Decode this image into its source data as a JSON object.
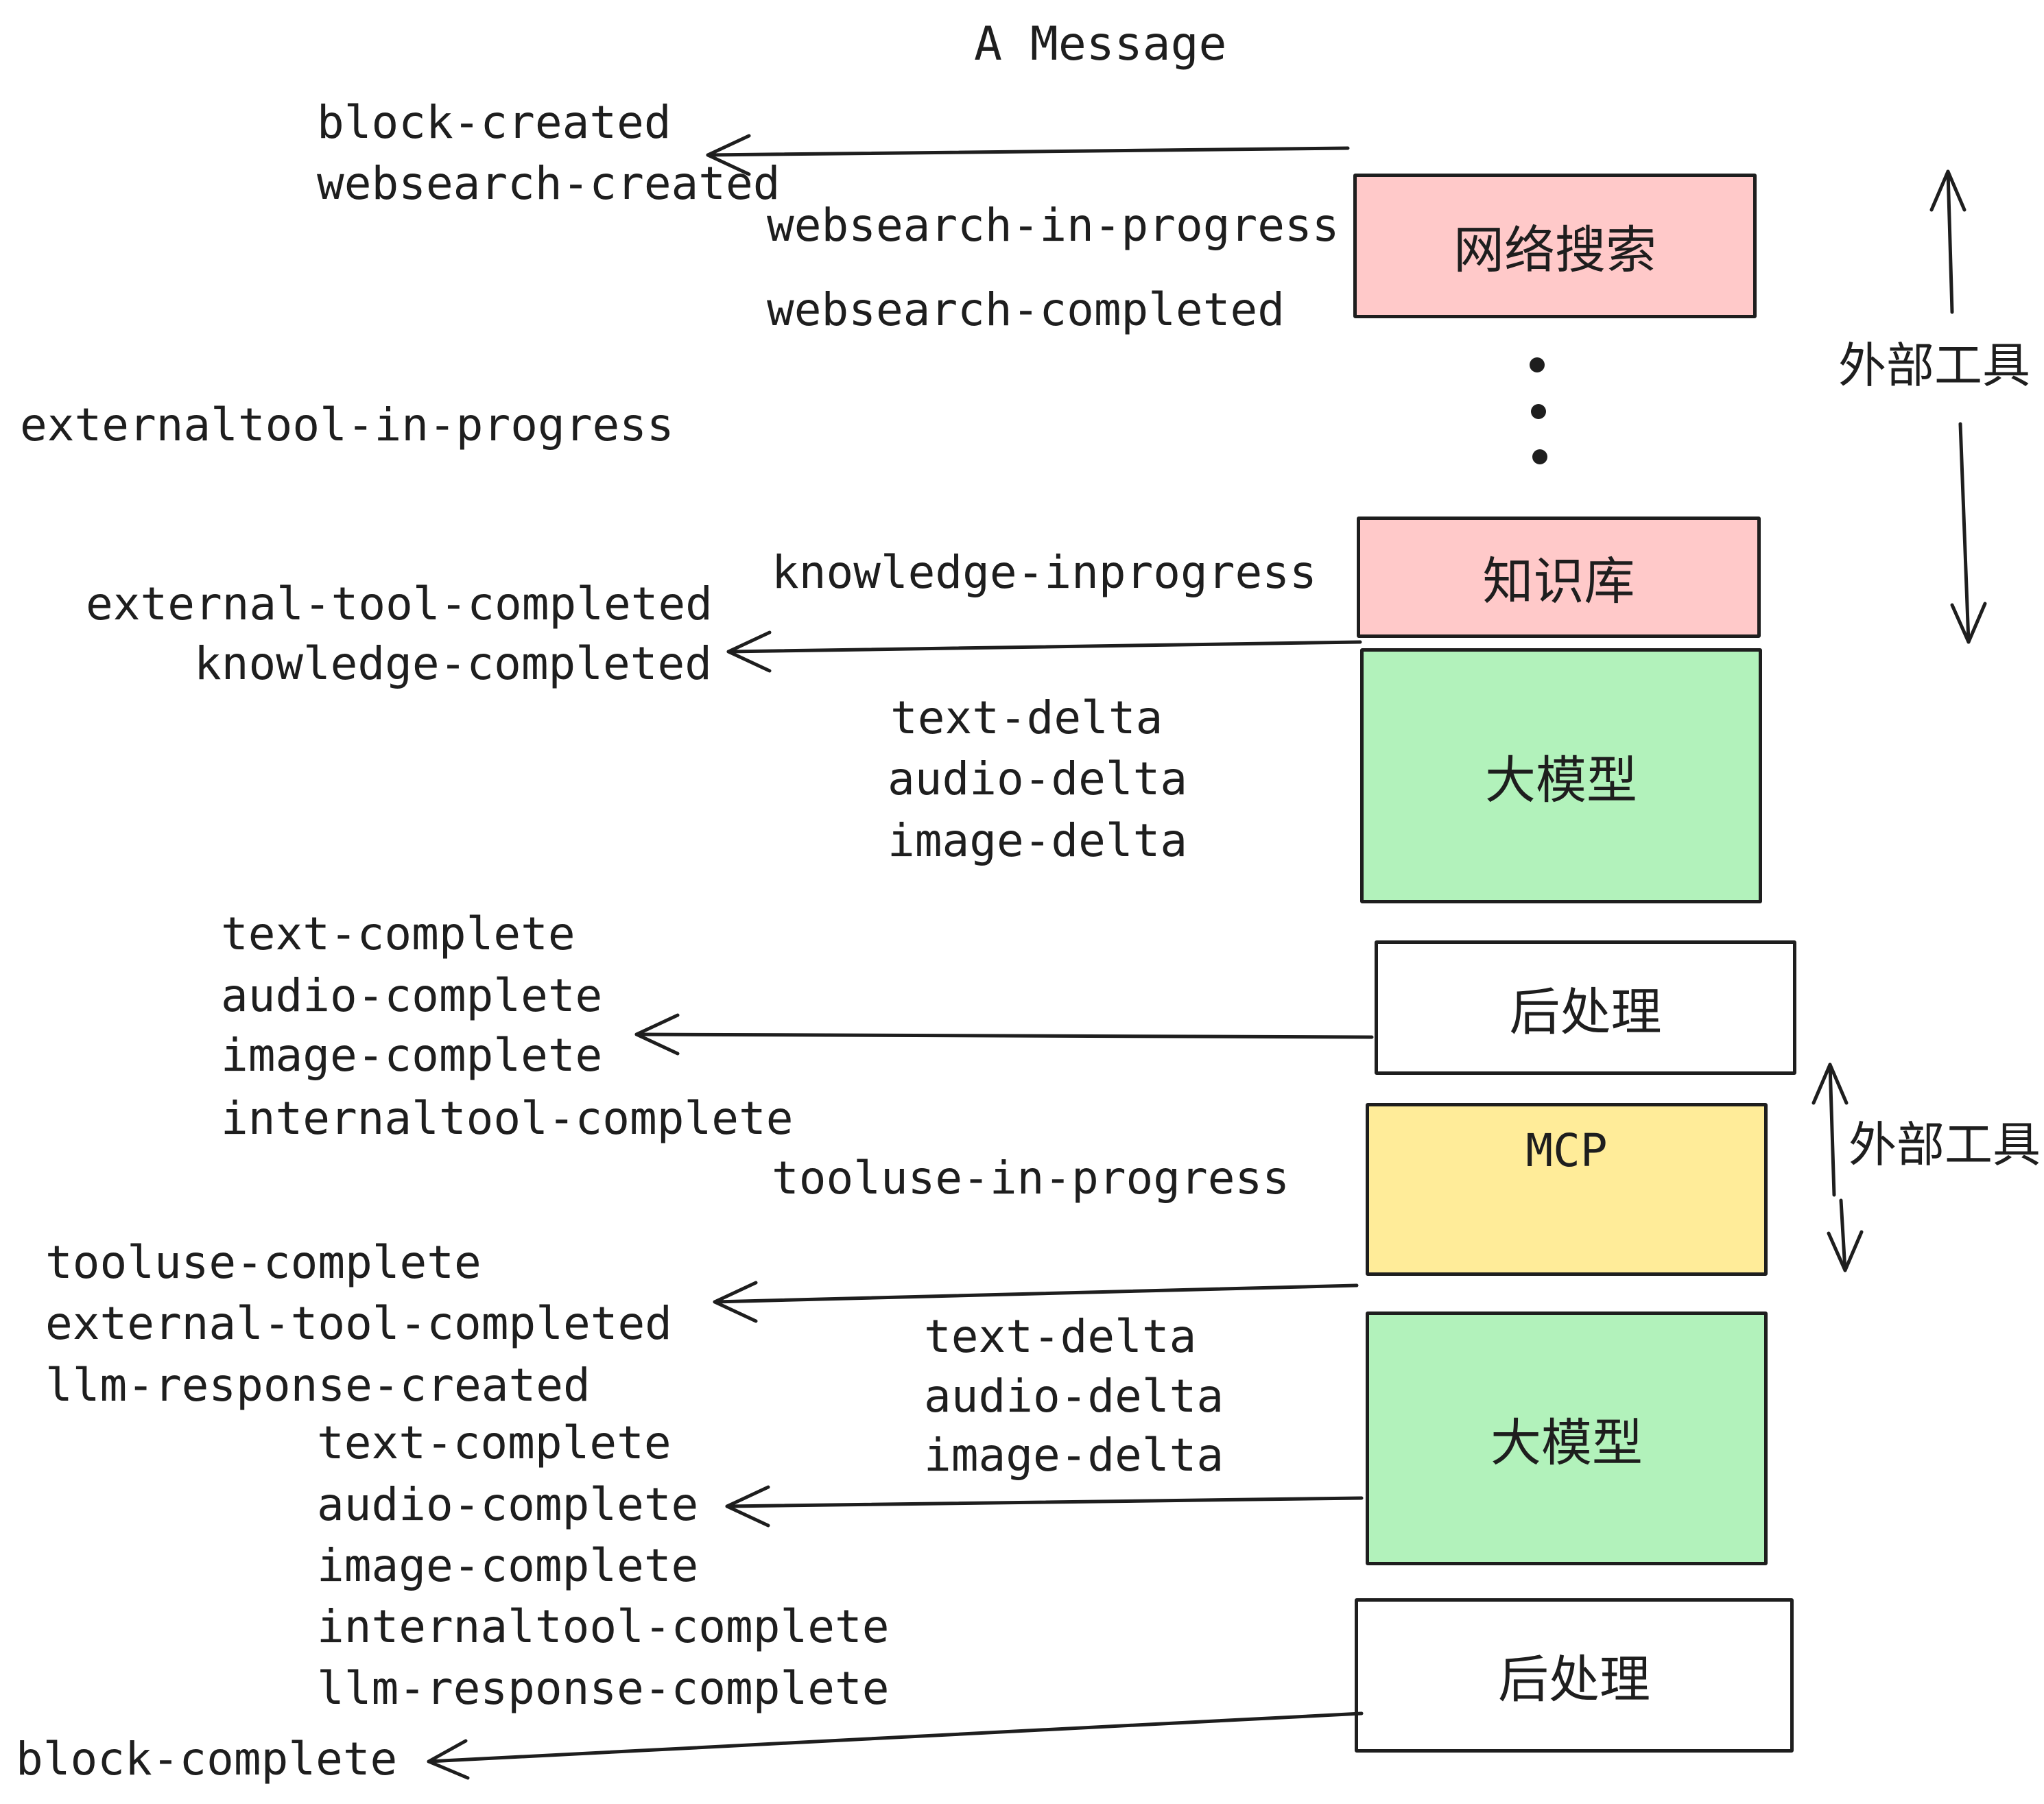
{
  "title": "A Message",
  "events": {
    "block_created": "block-created",
    "websearch_created": "websearch-created",
    "websearch_in_progress": "websearch-in-progress",
    "websearch_completed": "websearch-completed",
    "externaltool_in_progress": "externaltool-in-progress",
    "knowledge_inprogress": "knowledge-inprogress",
    "external_tool_completed": "external-tool-completed",
    "knowledge_completed": "knowledge-completed",
    "text_delta": "text-delta",
    "audio_delta": "audio-delta",
    "image_delta": "image-delta",
    "text_complete": "text-complete",
    "audio_complete": "audio-complete",
    "image_complete": "image-complete",
    "internaltool_complete": "internaltool-complete",
    "tooluse_in_progress": "tooluse-in-progress",
    "tooluse_complete": "tooluse-complete",
    "external_tool_completed_2": "external-tool-completed",
    "llm_response_created": "llm-response-created",
    "text_delta_2": "text-delta",
    "audio_delta_2": "audio-delta",
    "image_delta_2": "image-delta",
    "text_complete_2": "text-complete",
    "audio_complete_2": "audio-complete",
    "image_complete_2": "image-complete",
    "internaltool_complete_2": "internaltool-complete",
    "llm_response_complete": "llm-response-complete",
    "block_complete": "block-complete"
  },
  "boxes": [
    {
      "id": "websearch",
      "label": "网络搜索",
      "fill": "#FFC9C9"
    },
    {
      "id": "knowledge",
      "label": "知识库",
      "fill": "#FFC9C9"
    },
    {
      "id": "llm-1",
      "label": "大模型",
      "fill": "#B2F2BB"
    },
    {
      "id": "post-1",
      "label": "后处理",
      "fill": "#FFFFFF"
    },
    {
      "id": "mcp",
      "label": "MCP",
      "fill": "#FFEC99"
    },
    {
      "id": "llm-2",
      "label": "大模型",
      "fill": "#B2F2BB"
    },
    {
      "id": "post-2",
      "label": "后处理",
      "fill": "#FFFFFF"
    }
  ],
  "side_labels": {
    "external_tools_top": "外部工具",
    "external_tools_bottom": "外部工具"
  },
  "colors": {
    "ink": "#1e1e1e",
    "pink": "#FFC9C9",
    "green": "#B2F2BB",
    "yellow": "#FFEC99",
    "white": "#FFFFFF",
    "background": "#FFFFFF"
  }
}
